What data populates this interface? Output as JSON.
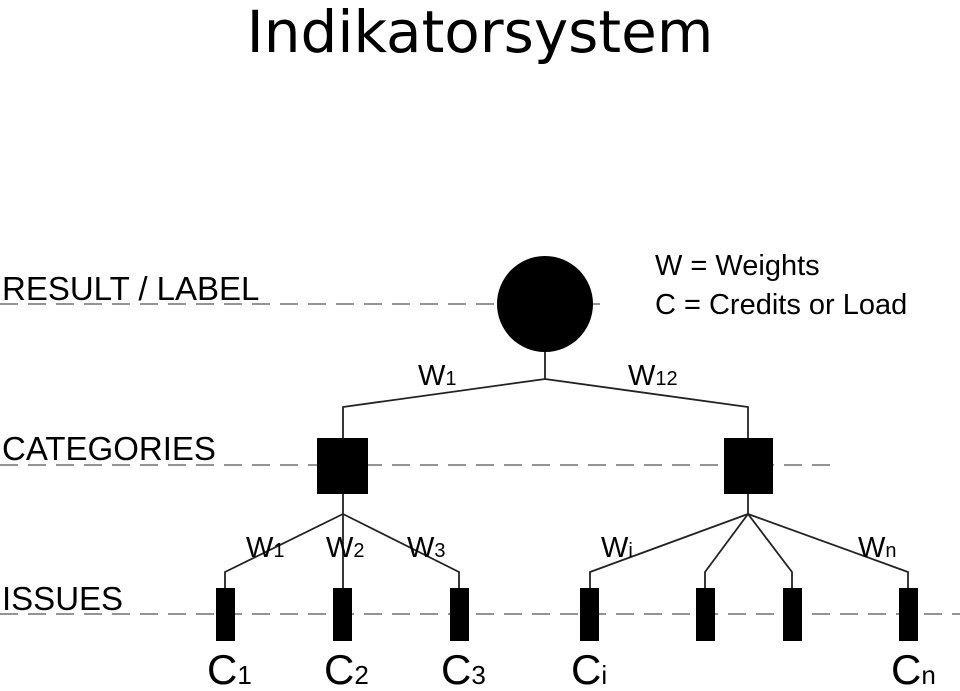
{
  "title": "Indikatorsystem",
  "levels": {
    "result": "RESULT / LABEL",
    "categories": "CATEGORIES",
    "issues": "ISSUES"
  },
  "legend": {
    "weights": "W = Weights",
    "credits": "C = Credits or Load"
  },
  "weights": [
    {
      "base": "W",
      "sub": "1"
    },
    {
      "base": "W",
      "sub": "12"
    },
    {
      "base": "W",
      "sub": "1"
    },
    {
      "base": "W",
      "sub": "2"
    },
    {
      "base": "W",
      "sub": "3"
    },
    {
      "base": "W",
      "sub": "i"
    },
    {
      "base": "W",
      "sub": "n"
    }
  ],
  "credits": [
    {
      "base": "C",
      "sub": "1"
    },
    {
      "base": "C",
      "sub": "2"
    },
    {
      "base": "C",
      "sub": "3"
    },
    {
      "base": "C",
      "sub": "i"
    },
    {
      "base": "C",
      "sub": "n"
    }
  ],
  "colors": {
    "nodes": "#000000",
    "dashes": "#555555"
  }
}
